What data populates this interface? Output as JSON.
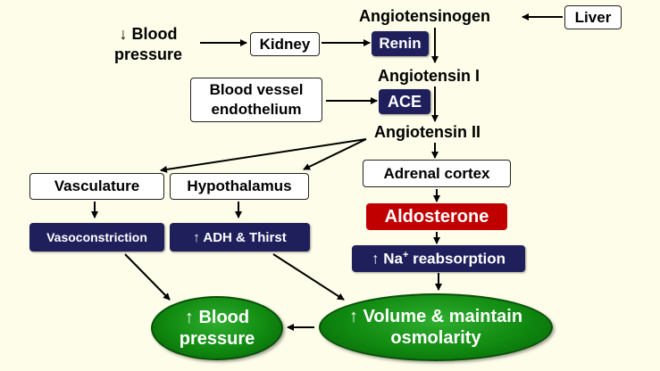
{
  "nodes": {
    "angiotensinogen": "Angiotensinogen",
    "liver": "Liver",
    "low_bp_line1": "↓ Blood",
    "low_bp_line2": "pressure",
    "kidney": "Kidney",
    "renin": "Renin",
    "angiotensin_1": "Angiotensin I",
    "endothelium_line1": "Blood vessel",
    "endothelium_line2": "endothelium",
    "ace": "ACE",
    "angiotensin_2": "Angiotensin II",
    "vasculature": "Vasculature",
    "hypothalamus": "Hypothalamus",
    "adrenal_cortex": "Adrenal cortex",
    "vasoconstriction": "Vasoconstriction",
    "adh_thirst": "↑ ADH & Thirst",
    "aldosterone": "Aldosterone",
    "na_reabsorption_prefix": "↑ Na",
    "na_reabsorption_sup": "+",
    "na_reabsorption_suffix": " reabsorption",
    "high_bp_line1": "↑ Blood",
    "high_bp_line2": "pressure",
    "volume_line1": "↑ Volume & maintain",
    "volume_line2": "osmolarity"
  },
  "colors": {
    "background": "#fdfde9",
    "dark_box": "#1f1f5c",
    "aldosterone": "#c00000",
    "oval_green": "#108a10"
  }
}
